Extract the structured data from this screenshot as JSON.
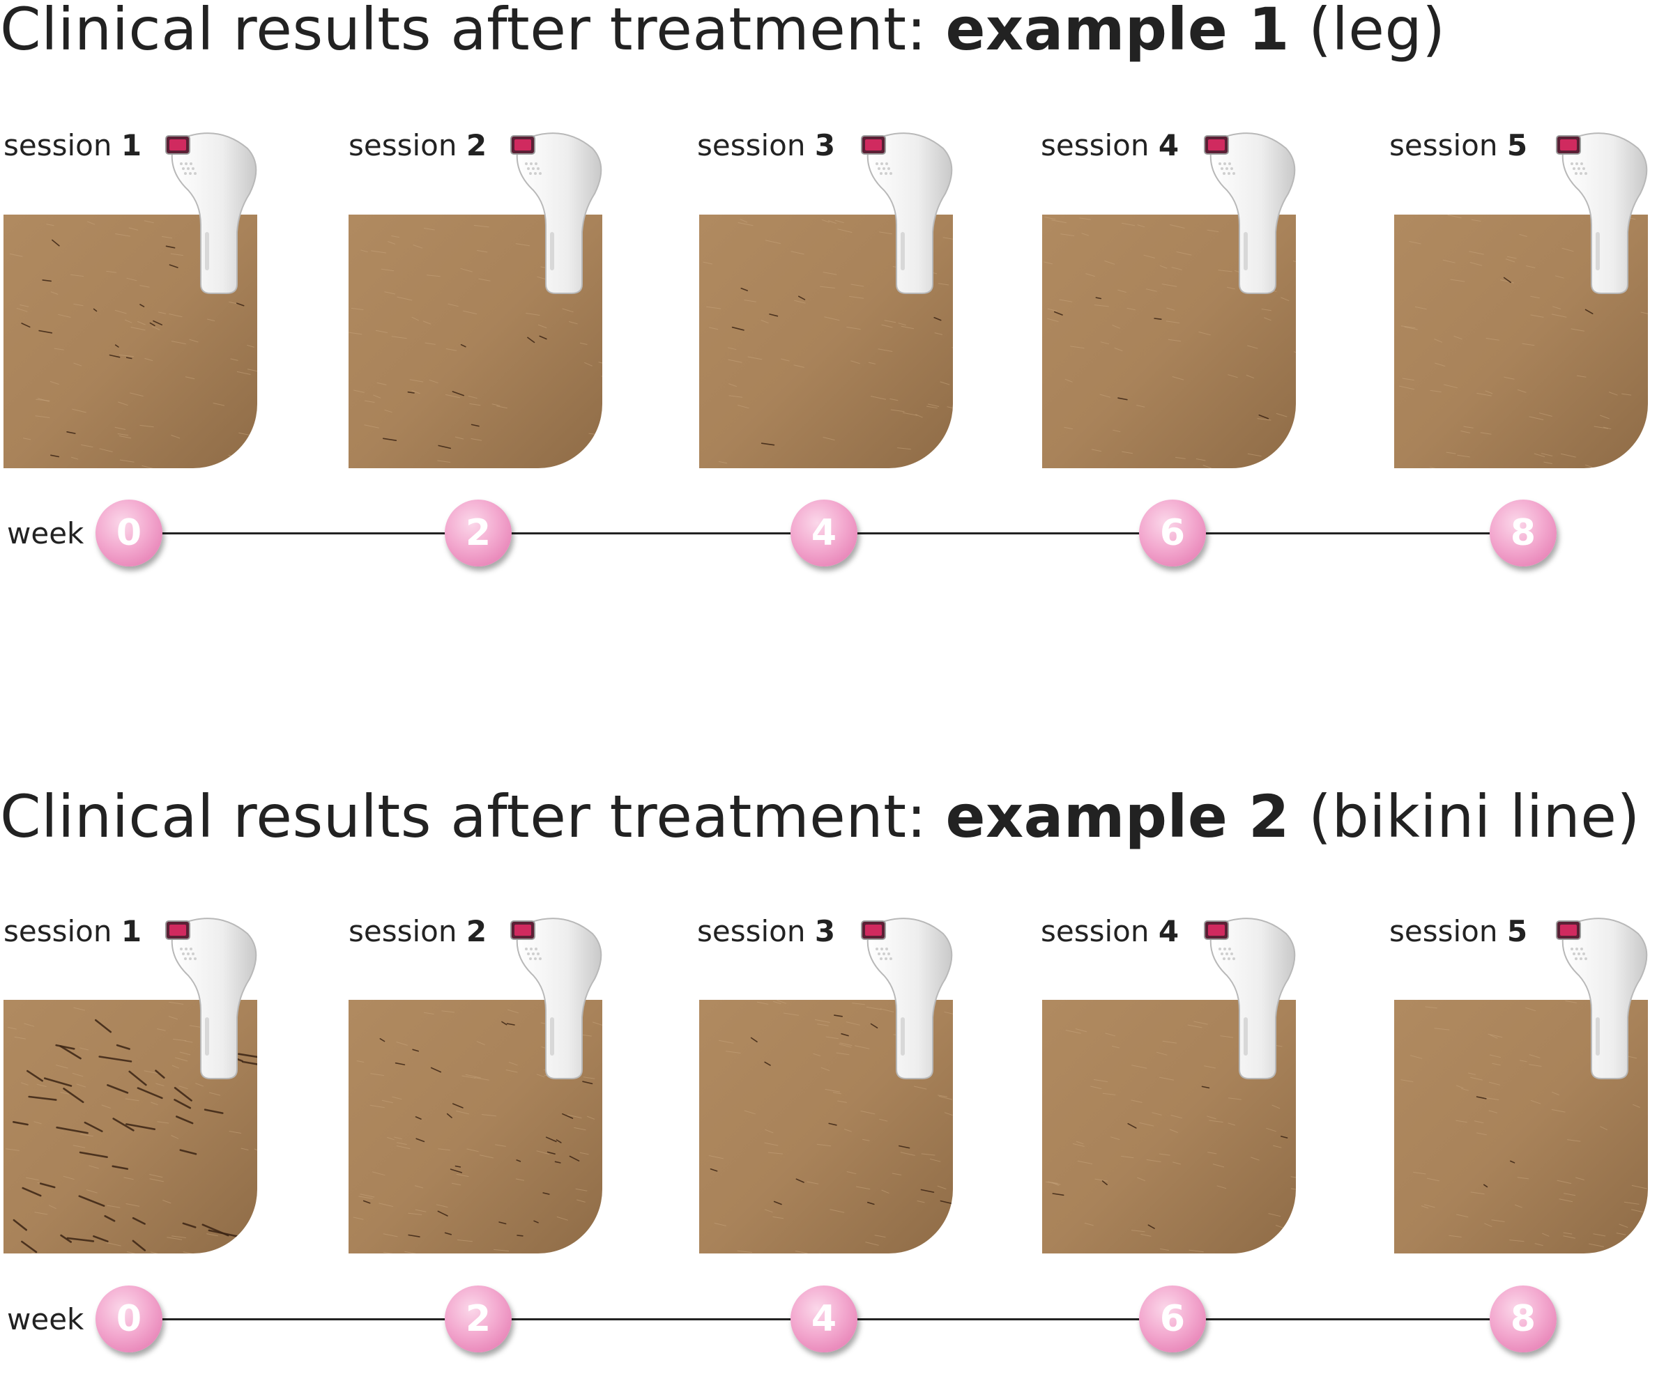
{
  "example1": {
    "title_prefix": "Clinical results after treatment: ",
    "title_bold": "example 1",
    "title_suffix": " (leg)",
    "week_label": "week",
    "sessions": [
      {
        "word": "session",
        "number": "1"
      },
      {
        "word": "session",
        "number": "2"
      },
      {
        "word": "session",
        "number": "3"
      },
      {
        "word": "session",
        "number": "4"
      },
      {
        "word": "session",
        "number": "5"
      }
    ],
    "weeks": [
      "0",
      "2",
      "4",
      "6",
      "8"
    ]
  },
  "example2": {
    "title_prefix": "Clinical results after treatment: ",
    "title_bold": "example 2",
    "title_suffix": " (bikini line)",
    "week_label": "week",
    "sessions": [
      {
        "word": "session",
        "number": "1"
      },
      {
        "word": "session",
        "number": "2"
      },
      {
        "word": "session",
        "number": "3"
      },
      {
        "word": "session",
        "number": "4"
      },
      {
        "word": "session",
        "number": "5"
      }
    ],
    "weeks": [
      "0",
      "2",
      "4",
      "6",
      "8"
    ]
  },
  "colors": {
    "skin": "#a9835a",
    "skin_dark": "#8f6c47",
    "marker_pink": "#f3a9cf",
    "text": "#222222"
  },
  "icons": {
    "device": "ipl-device-icon"
  }
}
